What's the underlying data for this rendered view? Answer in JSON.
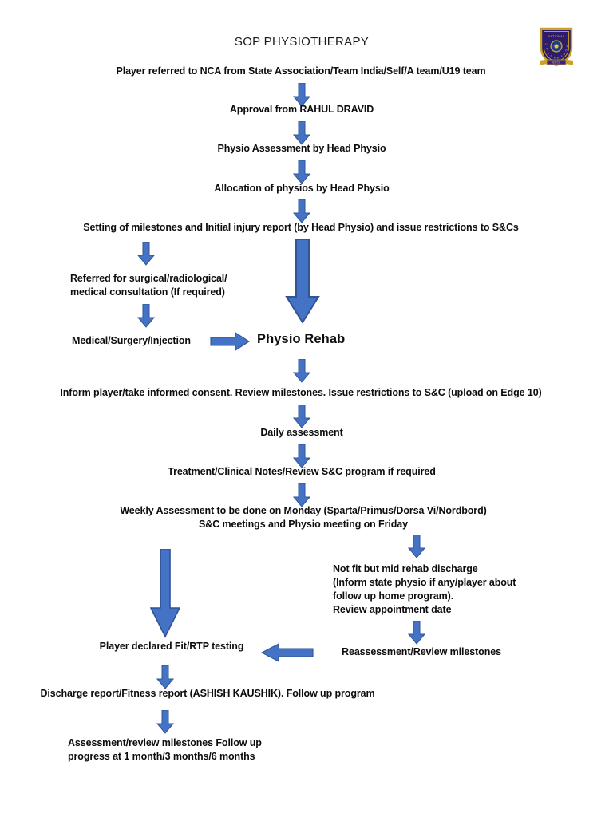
{
  "document": {
    "title": "SOP PHYSIOTHERAPY",
    "logo": {
      "name": "national-cricket-academy-crest",
      "shield_color": "#2d1b6b",
      "border_color": "#c9a227",
      "banner_color": "#c9a227",
      "text_top": "NATIONAL",
      "text_arc": "CRICKET ACADEMY",
      "banner_text": "BCCI"
    }
  },
  "colors": {
    "arrow_fill": "#4472c4",
    "arrow_stroke": "#2f5597",
    "text": "#0d0d0d",
    "background": "#ffffff"
  },
  "flow": {
    "nodes": [
      {
        "id": "referral",
        "text": "Player referred to NCA from State Association/Team India/Self/A team/U19 team"
      },
      {
        "id": "approval",
        "text": "Approval from RAHUL DRAVID"
      },
      {
        "id": "assessment",
        "text": "Physio Assessment by Head Physio"
      },
      {
        "id": "allocation",
        "text": "Allocation of physios by Head Physio"
      },
      {
        "id": "milestones",
        "text": "Setting of milestones and Initial injury report (by Head Physio) and issue restrictions to S&Cs"
      },
      {
        "id": "referral-surg",
        "text": "Referred for surgical/radiological/\nmedical consultation (If required)"
      },
      {
        "id": "medical",
        "text": "Medical/Surgery/Injection"
      },
      {
        "id": "physio-rehab",
        "text": "Physio Rehab"
      },
      {
        "id": "inform",
        "text": "Inform player/take informed consent. Review milestones. Issue restrictions to S&C (upload on Edge 10)"
      },
      {
        "id": "daily",
        "text": "Daily assessment"
      },
      {
        "id": "treatment",
        "text": "Treatment/Clinical Notes/Review S&C program if required"
      },
      {
        "id": "weekly",
        "text": "Weekly Assessment to be done on Monday (Sparta/Primus/Dorsa Vi/Nordbord)\nS&C meetings and Physio meeting on Friday"
      },
      {
        "id": "not-fit",
        "text": "Not fit but mid rehab discharge\n(Inform state physio if any/player about\nfollow up home program).\nReview appointment date"
      },
      {
        "id": "reassessment",
        "text": "Reassessment/Review milestones"
      },
      {
        "id": "fit-rtp",
        "text": "Player declared Fit/RTP testing"
      },
      {
        "id": "discharge",
        "text": "Discharge report/Fitness report (ASHISH KAUSHIK). Follow up program"
      },
      {
        "id": "followup",
        "text": "Assessment/review milestones Follow up\nprogress at 1 month/3 months/6 months"
      }
    ],
    "connectors": [
      {
        "id": "referral-to-approval",
        "direction": "down"
      },
      {
        "id": "approval-to-assessment",
        "direction": "down"
      },
      {
        "id": "assessment-to-allocation",
        "direction": "down"
      },
      {
        "id": "allocation-to-milestones",
        "direction": "down"
      },
      {
        "id": "milestones-to-surgical",
        "direction": "down"
      },
      {
        "id": "milestones-to-rehab-long",
        "direction": "down"
      },
      {
        "id": "surgical-to-medical",
        "direction": "down"
      },
      {
        "id": "medical-to-rehab",
        "direction": "right"
      },
      {
        "id": "rehab-to-inform",
        "direction": "down"
      },
      {
        "id": "inform-to-daily",
        "direction": "down"
      },
      {
        "id": "daily-to-treatment",
        "direction": "down"
      },
      {
        "id": "treatment-to-weekly",
        "direction": "down"
      },
      {
        "id": "weekly-to-notfit",
        "direction": "down"
      },
      {
        "id": "notfit-to-reassessment",
        "direction": "down"
      },
      {
        "id": "weekly-to-fit-long",
        "direction": "down"
      },
      {
        "id": "reassessment-to-fit",
        "direction": "left"
      },
      {
        "id": "fit-to-discharge",
        "direction": "down"
      },
      {
        "id": "discharge-to-followup",
        "direction": "down"
      }
    ]
  }
}
